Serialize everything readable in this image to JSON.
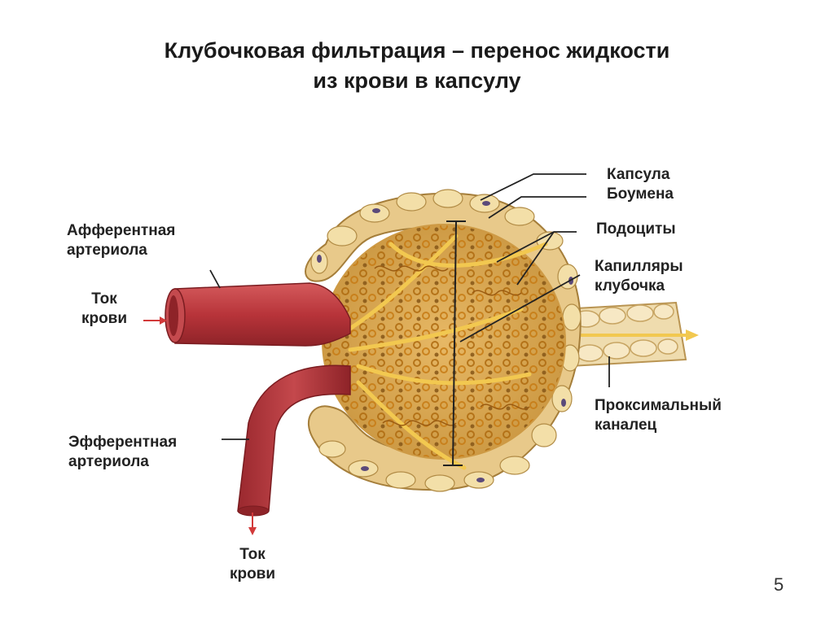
{
  "title": {
    "line1": "Клубочковая фильтрация – перенос жидкости",
    "line2": "из крови в капсулу"
  },
  "labels": {
    "capsule": [
      "Капсула",
      "Боумена"
    ],
    "podocytes": "Подоциты",
    "capillaries": [
      "Капилляры",
      "клубочка"
    ],
    "proximal": [
      "Проксимальный",
      "каналец"
    ],
    "afferent": [
      "Афферентная",
      "артериола"
    ],
    "blood_flow_in": [
      "Ток",
      "крови"
    ],
    "efferent": [
      "Эфферентная",
      "артериола"
    ],
    "blood_flow_out": [
      "Ток",
      "крови"
    ]
  },
  "slide_number": "5",
  "colors": {
    "artery": "#b8343a",
    "artery_light": "#d45a5c",
    "capsule": "#e8c98a",
    "capsule_cell": "#f3dfa8",
    "capillary": "#d08a1a",
    "filtrate": "#f2c850",
    "nucleus": "#5b4a7a"
  }
}
